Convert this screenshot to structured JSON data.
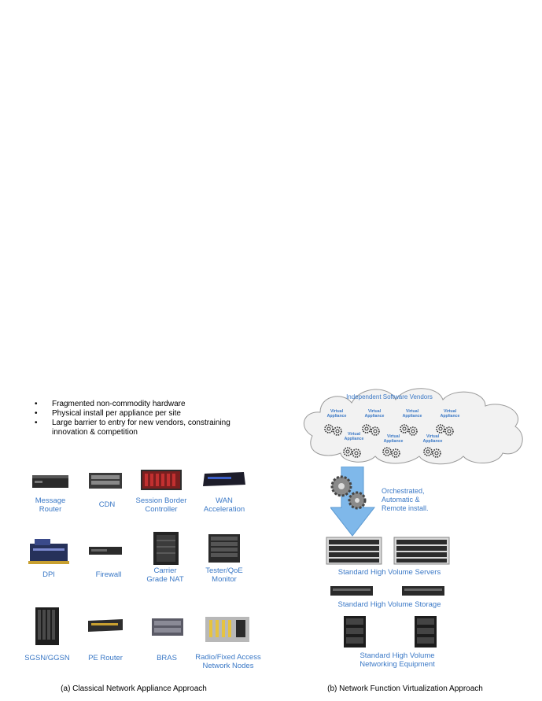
{
  "left": {
    "bullets": [
      "Fragmented non-commodity hardware",
      "Physical install per appliance per site",
      "Large barrier to entry for new vendors, constraining",
      "innovation & competition"
    ],
    "appliances": {
      "message_router": "Message\nRouter",
      "cdn": "CDN",
      "sbc": "Session Border\nController",
      "wan": "WAN\nAcceleration",
      "dpi": "DPI",
      "firewall": "Firewall",
      "cgnat": "Carrier\nGrade NAT",
      "tester": "Tester/QoE\nMonitor",
      "sgsn": "SGSN/GGSN",
      "pe_router": "PE Router",
      "bras": "BRAS",
      "radio": "Radio/Fixed Access\nNetwork Nodes"
    },
    "caption": "(a) Classical Network Appliance Approach"
  },
  "right": {
    "cloud_title": "Independent Software Vendors",
    "virtual_appliance": "Virtual\nAppliance",
    "orchestration": "Orchestrated,\nAutomatic &\nRemote install.",
    "servers": "Standard High Volume Servers",
    "storage": "Standard High Volume Storage",
    "networking": "Standard High Volume\nNetworking Equipment",
    "caption": "(b) Network Function Virtualization Approach"
  },
  "colors": {
    "label_blue": "#3a78c6",
    "arrow_blue": "#7fb8ea",
    "cloud_fill": "#f2f2f2"
  }
}
